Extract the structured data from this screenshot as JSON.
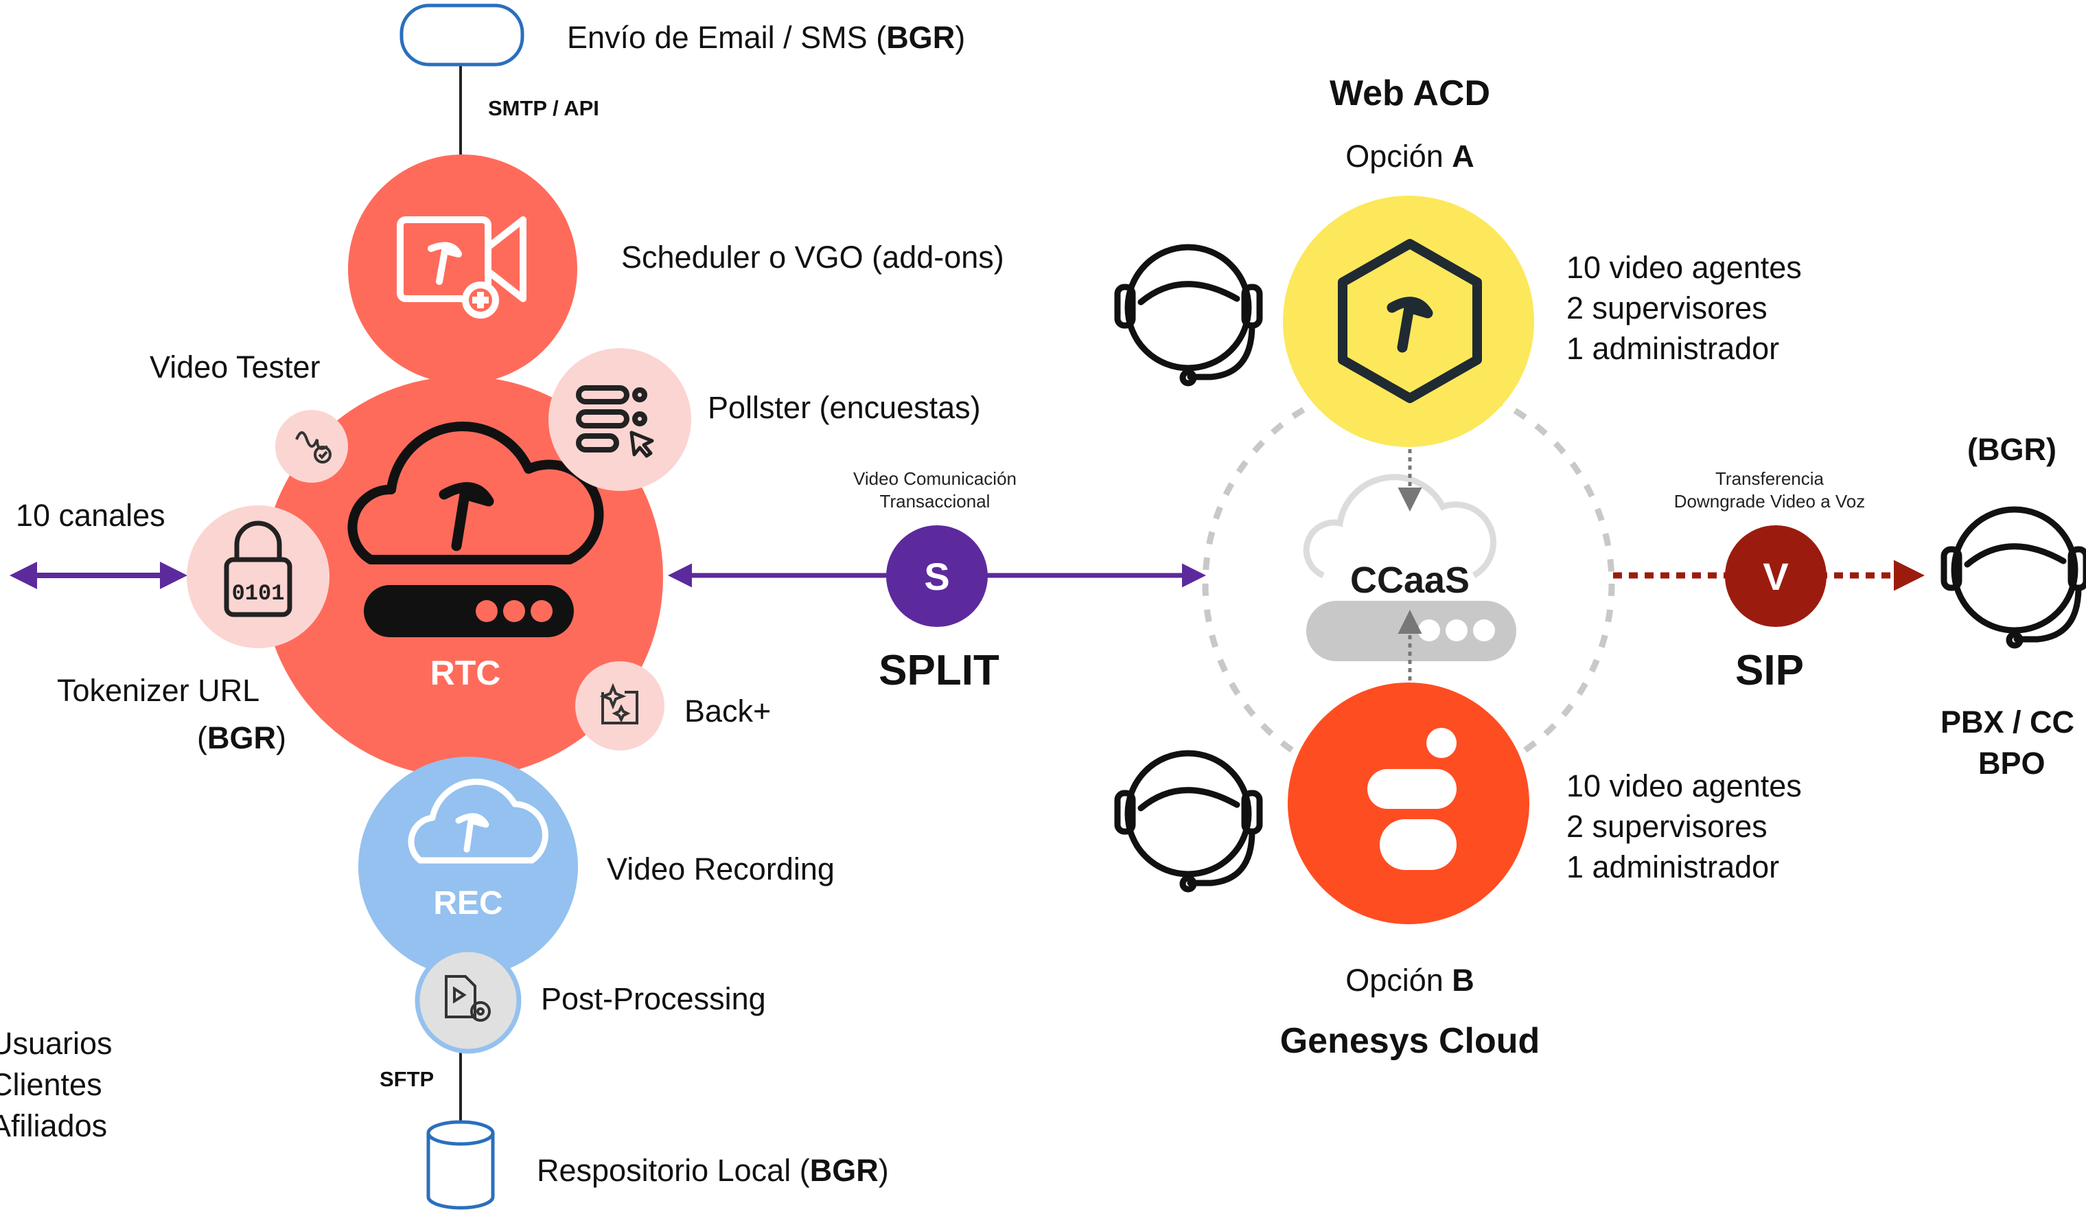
{
  "email": {
    "label": "Envío de Email / SMS ",
    "bold": "BGR",
    "close": ")",
    "open": "(",
    "protocol": "SMTP / API"
  },
  "scheduler": {
    "label": "Scheduler o VGO (add-ons)"
  },
  "video_tester": {
    "label": "Video Tester"
  },
  "pollster": {
    "label": "Pollster (encuestas)"
  },
  "rtc": {
    "label": "RTC"
  },
  "tokenizer": {
    "label": "Tokenizer URL",
    "bgr": "(BGR)",
    "bits": "0101"
  },
  "canales": {
    "label": "10 canales"
  },
  "backplus": {
    "label": "Back+"
  },
  "rec": {
    "label": "REC",
    "caption": "Video Recording"
  },
  "post": {
    "label": "Post-Processing",
    "protocol": "SFTP"
  },
  "repo": {
    "label": "Respositorio Local ",
    "bold": "BGR",
    "open": "(",
    "close": ")"
  },
  "users": {
    "lines": [
      "Usuarios",
      "Clientes",
      "Afiliados"
    ]
  },
  "split": {
    "caption_line1": "Video Comunicación",
    "caption_line2": "Transaccional",
    "letter": "S",
    "label": "SPLIT"
  },
  "web_acd": {
    "title": "Web ACD",
    "option_prefix": "Opción ",
    "option_letter": "A"
  },
  "agents_a": {
    "lines": [
      "10 video agentes",
      "2 supervisores",
      "1 administrador"
    ]
  },
  "ccaas": {
    "label": "CCaaS"
  },
  "genesys": {
    "title": "Genesys Cloud",
    "option_prefix": "Opción ",
    "option_letter": "B"
  },
  "agents_b": {
    "lines": [
      "10 video agentes",
      "2 supervisores",
      "1 administrador"
    ]
  },
  "sip": {
    "caption_line1": "Transferencia",
    "caption_line2": "Downgrade Video a Voz",
    "letter": "V",
    "label": "SIP"
  },
  "pbx": {
    "bgr": "(BGR)",
    "line1": "PBX / CC",
    "line2": "BPO"
  },
  "colors": {
    "coral": "#ff6b5b",
    "pink": "#fbd5d2",
    "blue": "#94c1ef",
    "purple": "#5c2a9d",
    "darkred": "#9b1c0f",
    "yellow": "#fce85a",
    "orange": "#ff4d22",
    "gray": "#c8c8c8"
  }
}
